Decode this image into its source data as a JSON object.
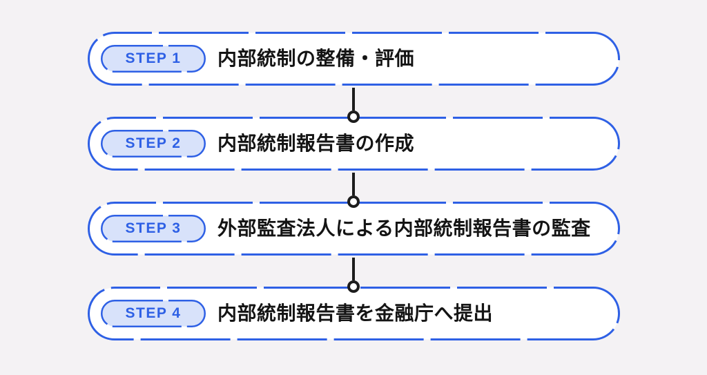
{
  "diagram": {
    "title": "internal-control-reporting-process",
    "steps": [
      {
        "badge": "STEP 1",
        "text": "内部統制の整備・評価"
      },
      {
        "badge": "STEP 2",
        "text": "内部統制報告書の作成"
      },
      {
        "badge": "STEP 3",
        "text": "外部監査法人による内部統制報告書の監査"
      },
      {
        "badge": "STEP 4",
        "text": "内部統制報告書を金融庁へ提出"
      }
    ],
    "colors": {
      "accent_blue": "#2e60e5",
      "badge_fill": "#d8e2fa",
      "text": "#141414",
      "connector": "#1c1c1c",
      "background": "#f4f2f4",
      "panel": "#ffffff"
    }
  }
}
